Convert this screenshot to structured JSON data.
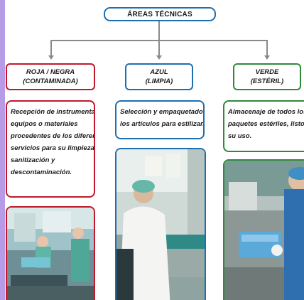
{
  "title": "ÁREAS TÉCNICAS",
  "areas": [
    {
      "label_top": "ROJA / NEGRA",
      "label_bottom": "(CONTAMINADA)",
      "color": "#c0192b",
      "description_lines": [
        "Recepción de instrumental,",
        "equipos o materiales",
        "procedentes de los diferentes",
        "servicios para su limpieza,",
        "sanitización y",
        "descontaminación."
      ]
    },
    {
      "label_top": "AZUL",
      "label_bottom": "(LIMPIA)",
      "color": "#1e6fb0",
      "description_lines": [
        "Selección y empaquetado de",
        "los artículos para estilizar."
      ]
    },
    {
      "label_top": "VERDE",
      "label_bottom": "(ESTÉRIL)",
      "color": "#2e8b3a",
      "description_lines": [
        "Almacenaje de todos los",
        "paquetes estériles, listos para",
        "su uso."
      ]
    }
  ]
}
